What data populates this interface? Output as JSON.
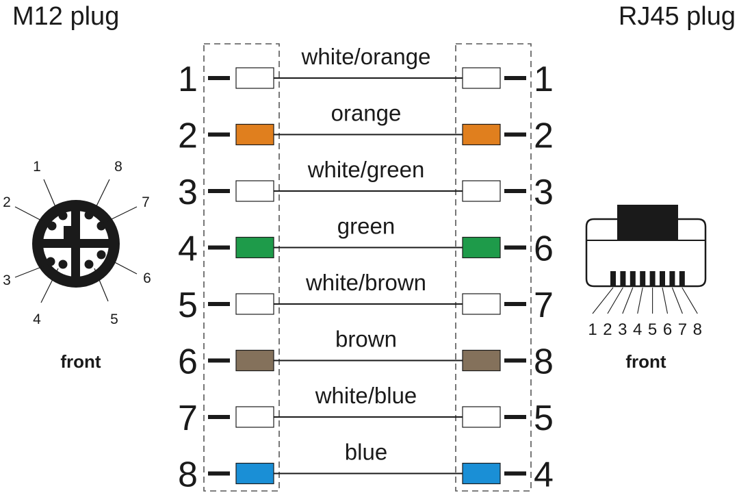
{
  "left_plug": {
    "title": "M12 plug",
    "front_label": "front",
    "pin_labels": [
      "1",
      "2",
      "3",
      "4",
      "5",
      "6",
      "7",
      "8"
    ]
  },
  "right_plug": {
    "title": "RJ45 plug",
    "front_label": "front",
    "pin_labels": [
      "1",
      "2",
      "3",
      "4",
      "5",
      "6",
      "7",
      "8"
    ]
  },
  "wires": [
    {
      "m12_pin": "1",
      "color_name": "white/orange",
      "color": "#ffffff",
      "rj45_pin": "1"
    },
    {
      "m12_pin": "2",
      "color_name": "orange",
      "color": "#e07f1e",
      "rj45_pin": "2"
    },
    {
      "m12_pin": "3",
      "color_name": "white/green",
      "color": "#ffffff",
      "rj45_pin": "3"
    },
    {
      "m12_pin": "4",
      "color_name": "green",
      "color": "#1e9b4a",
      "rj45_pin": "6"
    },
    {
      "m12_pin": "5",
      "color_name": "white/brown",
      "color": "#ffffff",
      "rj45_pin": "7"
    },
    {
      "m12_pin": "6",
      "color_name": "brown",
      "color": "#84715b",
      "rj45_pin": "8"
    },
    {
      "m12_pin": "7",
      "color_name": "white/blue",
      "color": "#ffffff",
      "rj45_pin": "5"
    },
    {
      "m12_pin": "8",
      "color_name": "blue",
      "color": "#1a8fd6",
      "rj45_pin": "4"
    }
  ]
}
